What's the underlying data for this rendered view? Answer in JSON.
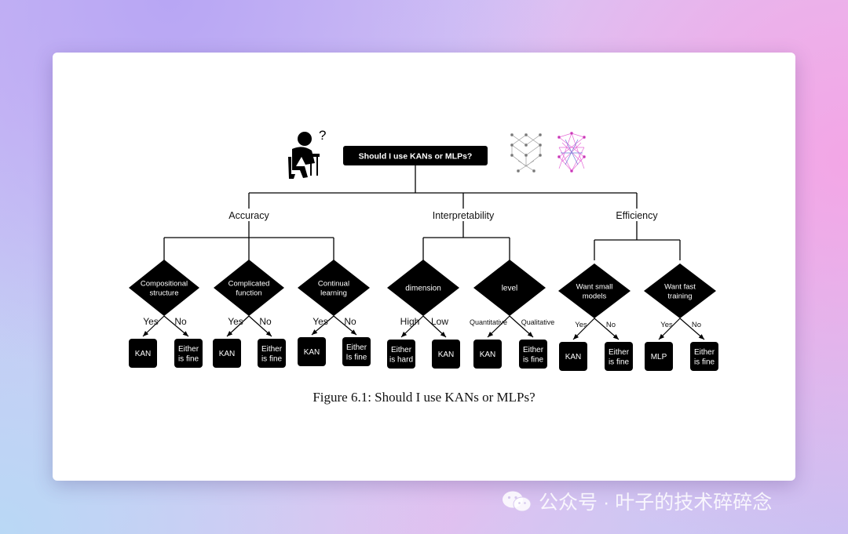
{
  "question": "Should I use KANs or MLPs?",
  "categories": [
    "Accuracy",
    "Interpretability",
    "Efficiency"
  ],
  "nodes": [
    {
      "text": "Compositional\nstructure",
      "yes_label": "Yes",
      "no_label": "No",
      "left_result": "KAN",
      "right_result": "Either\nis fine"
    },
    {
      "text": "Complicated\nfunction",
      "yes_label": "Yes",
      "no_label": "No",
      "left_result": "KAN",
      "right_result": "Either\nis fine"
    },
    {
      "text": "Continual\nlearning",
      "yes_label": "Yes",
      "no_label": "No",
      "left_result": "KAN",
      "right_result": "Either\nIs fine"
    },
    {
      "text": "dimension",
      "yes_label": "High",
      "no_label": "Low",
      "left_result": "Either\nis hard",
      "right_result": "KAN"
    },
    {
      "text": "level",
      "yes_label": "Quantitative",
      "no_label": "Qualitative",
      "left_result": "KAN",
      "right_result": "Either\nis fine"
    },
    {
      "text": "Want small\nmodels",
      "yes_label": "Yes",
      "no_label": "No",
      "left_result": "KAN",
      "right_result": "Either\nis fine"
    },
    {
      "text": "Want fast\ntraining",
      "yes_label": "Yes",
      "no_label": "No",
      "left_result": "MLP",
      "right_result": "Either\nis fine"
    }
  ],
  "caption": "Figure 6.1: Should I use KANs or MLPs?",
  "thinker_mark": "?",
  "watermark": "公众号 · 叶子的技术碎碎念",
  "icons": {
    "thinker": "person-thinking-icon",
    "mlp": "mlp-network-icon",
    "kan": "kan-network-icon",
    "wechat": "wechat-icon"
  },
  "colors": {
    "node_fill": "#000000",
    "node_text": "#ffffff",
    "kan_graph_edges": "#e66ad7"
  }
}
